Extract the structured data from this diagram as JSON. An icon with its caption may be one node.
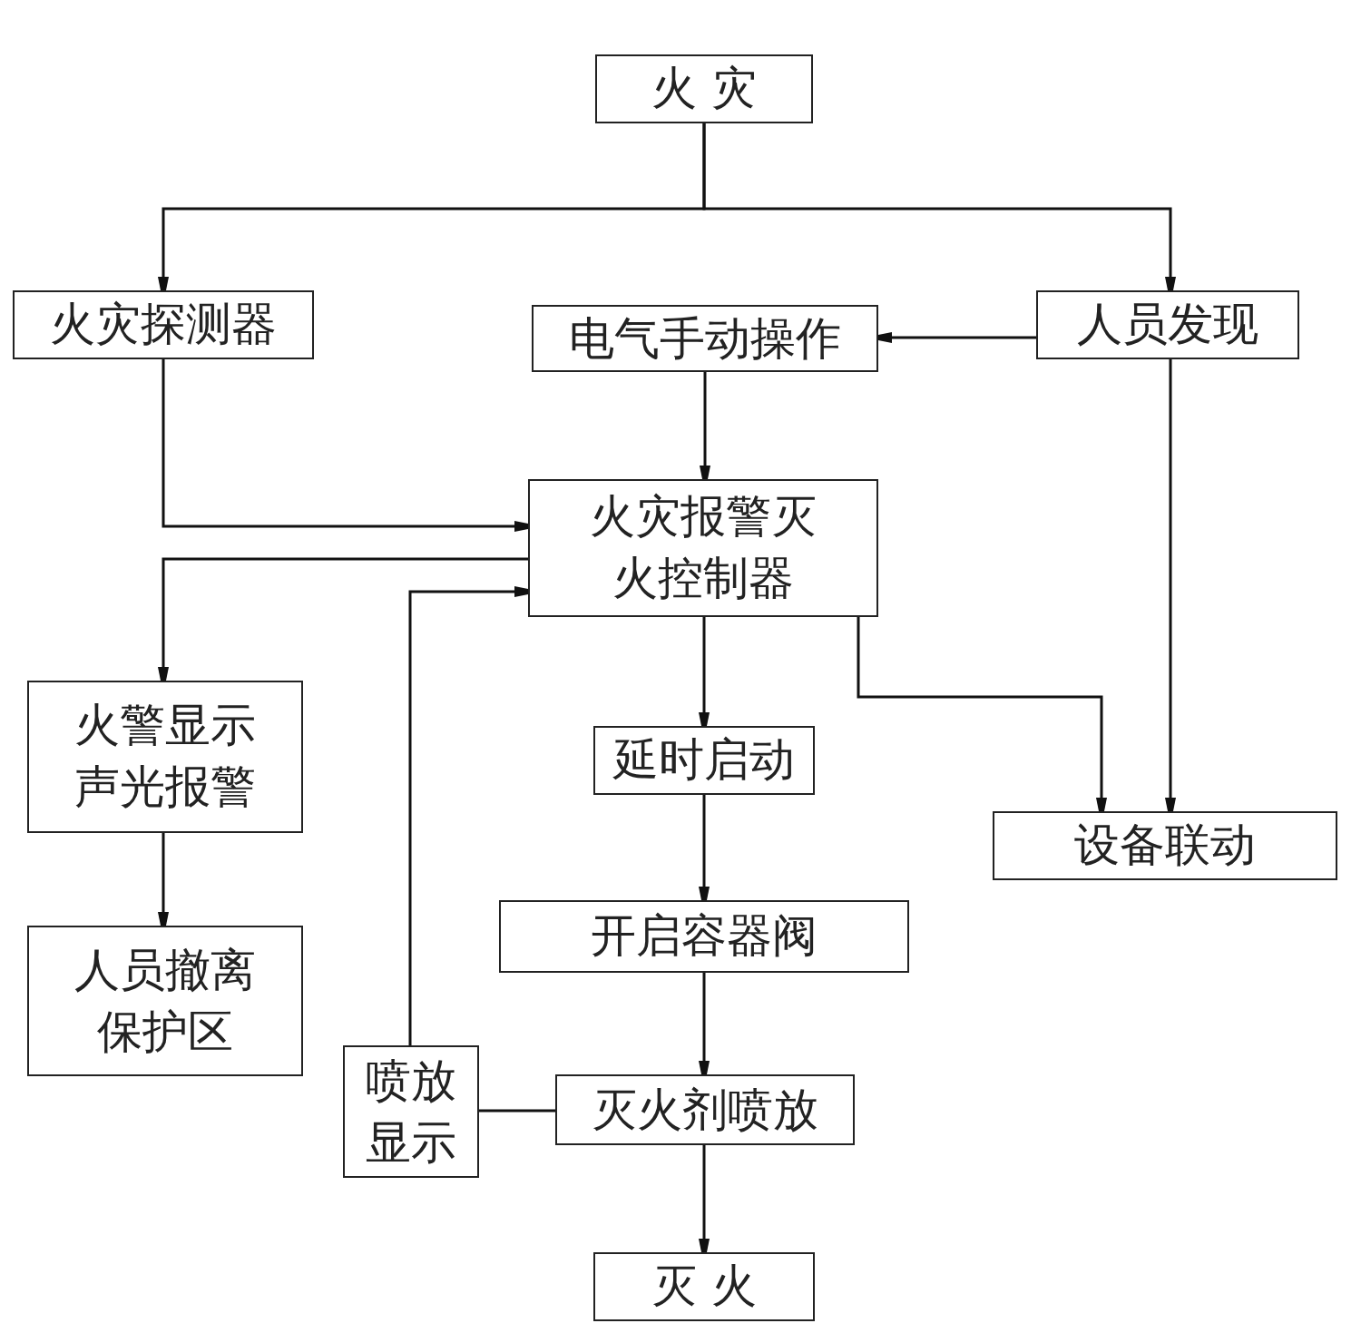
{
  "diagram": {
    "nodes": [
      {
        "text": [
          "火 灾"
        ]
      },
      {
        "text": [
          "火灾探测器"
        ]
      },
      {
        "text": [
          "电气手动操作"
        ]
      },
      {
        "text": [
          "人员发现"
        ]
      },
      {
        "text": [
          "火灾报警灭火控制器"
        ]
      },
      {
        "text": [
          "火警显示声光报警"
        ]
      },
      {
        "text": [
          "延时启动"
        ]
      },
      {
        "text": [
          "设备联动"
        ]
      },
      {
        "text": [
          "人员撤离保护区"
        ]
      },
      {
        "text": [
          "开启容器阀"
        ]
      },
      {
        "text": [
          "喷放显示"
        ]
      },
      {
        "text": [
          "灭火剂喷放"
        ]
      },
      {
        "text": [
          "灭 火"
        ]
      }
    ],
    "edges": [
      {
        "from": 0,
        "to": 1,
        "arrow": "to"
      },
      {
        "from": 0,
        "to": 3,
        "arrow": "to"
      },
      {
        "from": 3,
        "to": 2,
        "arrow": "to"
      },
      {
        "from": 1,
        "to": 4,
        "arrow": "to"
      },
      {
        "from": 2,
        "to": 4,
        "arrow": "to"
      },
      {
        "from": 4,
        "to": 5,
        "arrow": "to"
      },
      {
        "from": 4,
        "to": 6,
        "arrow": "to"
      },
      {
        "from": 4,
        "to": 7,
        "arrow": "to"
      },
      {
        "from": 3,
        "to": 7,
        "arrow": "to"
      },
      {
        "from": 5,
        "to": 8,
        "arrow": "to"
      },
      {
        "from": 6,
        "to": 9,
        "arrow": "to"
      },
      {
        "from": 9,
        "to": 11,
        "arrow": "to"
      },
      {
        "from": 11,
        "to": 10,
        "arrow": "none"
      },
      {
        "from": 10,
        "to": 4,
        "arrow": "to"
      },
      {
        "from": 11,
        "to": 12,
        "arrow": "to"
      }
    ]
  }
}
